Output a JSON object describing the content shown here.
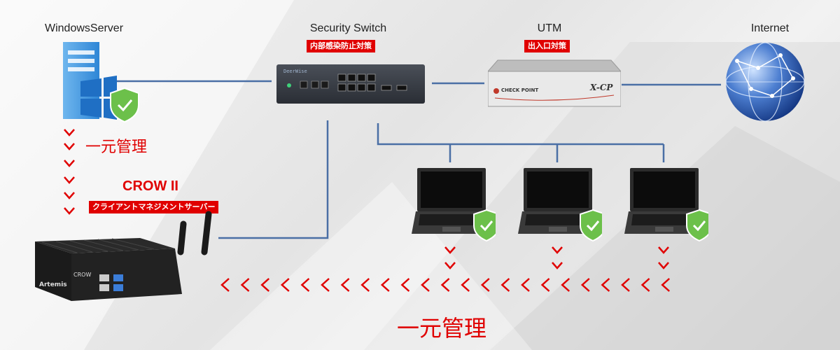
{
  "nodes": {
    "windows_server": {
      "label": "WindowsServer"
    },
    "security_switch": {
      "label": "Security Switch",
      "tag": "内部感染防止対策",
      "device_text": "DeerWise"
    },
    "utm": {
      "label": "UTM",
      "tag": "出入口対策",
      "brand": "CHECK POINT",
      "model": "X-CP"
    },
    "internet": {
      "label": "Internet"
    },
    "crow": {
      "name": "CROW II",
      "tag": "クライアントマネジメントサーバー",
      "device_brand": "Artemis",
      "device_name": "CROW"
    }
  },
  "labels": {
    "unified_management_left": "一元管理",
    "unified_management_bottom": "一元管理"
  },
  "colors": {
    "link": "#4a6fa5",
    "accent": "#e00000",
    "shield": "#6cc04a"
  }
}
